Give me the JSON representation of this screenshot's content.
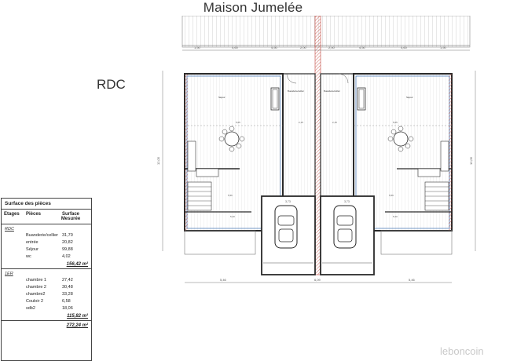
{
  "title": "Maison Jumelée",
  "level_label": "RDC",
  "plan_labels": {
    "top_dims": [
      "1,50",
      "4,60",
      "4,50",
      "2,00",
      "2,00",
      "4,50",
      "4,60",
      "1,50"
    ],
    "left_height": "12,05",
    "right_height": "12,05",
    "bottom_dims": [
      "5,46",
      "6,09",
      "5,46"
    ],
    "garage_dims": [
      "3,73",
      "3,73"
    ],
    "room_tags": [
      "Séjour",
      "Buanderie/cellier",
      "Buanderie/cellier",
      "Séjour"
    ],
    "inner_dims": [
      "5,65",
      "2,15",
      "2,15",
      "5,65",
      "1,58",
      "5,56",
      "5,56",
      "1,58",
      "5,20",
      "5,20"
    ]
  },
  "surface_table": {
    "title": "Surface des pièces",
    "headers": [
      "Etages",
      "Pièces",
      "Surface Mesurée"
    ],
    "sections": [
      {
        "level": "RDC",
        "rows": [
          {
            "room": "Buanderie/cellier",
            "value": "31,70"
          },
          {
            "room": "entrée",
            "value": "20,82"
          },
          {
            "room": "Séjour",
            "value": "99,88"
          },
          {
            "room": "wc",
            "value": "4,02"
          }
        ],
        "subtotal": "156,42 m²"
      },
      {
        "level": "1ER",
        "rows": [
          {
            "room": "chambre 1",
            "value": "27,42"
          },
          {
            "room": "chambre 2",
            "value": "30,48"
          },
          {
            "room": "chambre2",
            "value": "33,28"
          },
          {
            "room": "Couloir 2",
            "value": "6,58"
          },
          {
            "room": "sdb2",
            "value": "18,06"
          }
        ],
        "subtotal": "115,82 m²"
      }
    ],
    "total": "272,24 m²"
  },
  "watermark": "leboncoin",
  "colors": {
    "wall": "#2a2a2a",
    "wall_inner": "#3a6fb0",
    "accent_wall": "#c0443a",
    "hatch": "#9a9a9a"
  }
}
